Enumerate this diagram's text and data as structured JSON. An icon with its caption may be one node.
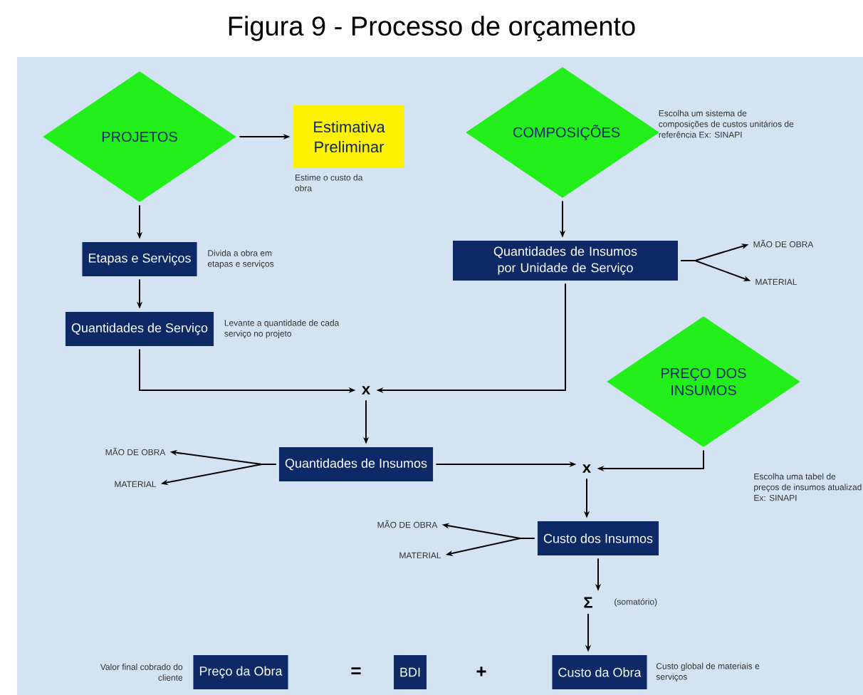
{
  "diagram": {
    "title": "Figura 9 - Processo de orçamento",
    "nodes": [
      {
        "text": [
          "PROJETOS"
        ]
      },
      {
        "text": [
          "Estimativa Preliminar"
        ],
        "beside": [
          "Estime o custo da obra"
        ]
      },
      {
        "text": [
          "COMPOSIÇÕES"
        ],
        "beside": [
          "Escolha um sistema de composições de custos unitários de referência Ex: SINAPI"
        ]
      },
      {
        "text": [
          "Etapas e Serviços"
        ],
        "beside": [
          "Divida a obra em etapas e serviços"
        ]
      },
      {
        "text": [
          "Quantidades de Insumos por Unidade de Serviço"
        ]
      },
      {
        "text": [
          "MÃO DE OBRA"
        ]
      },
      {
        "text": [
          "MATERIAL"
        ]
      },
      {
        "text": [
          "Quantidades de Serviço"
        ],
        "beside": [
          "Levante a quantidade de cada serviço no projeto"
        ]
      },
      {
        "text": [
          "x"
        ]
      },
      {
        "text": [
          "PREÇO DOS INSUMOS"
        ],
        "beside": [
          "Escolha uma tabel de preços de insumos atualizad Ex: SINAPI"
        ]
      },
      {
        "text": [
          "MÃO DE OBRA"
        ]
      },
      {
        "text": [
          "MATERIAL"
        ]
      },
      {
        "text": [
          "Quantidades de Insumos"
        ]
      },
      {
        "text": [
          "x"
        ]
      },
      {
        "text": [
          "MÃO DE OBRA"
        ]
      },
      {
        "text": [
          "MATERIAL"
        ]
      },
      {
        "text": [
          "Custo dos Insumos"
        ]
      },
      {
        "text": [
          "Σ"
        ],
        "beside": [
          "(somatório)"
        ]
      },
      {
        "text": [
          "Preço da Obra"
        ],
        "beside": [
          "Valor final cobrado do cliente"
        ]
      },
      {
        "text": [
          "BDI"
        ]
      },
      {
        "text": [
          "Custo da Obra"
        ],
        "beside": [
          "Custo global de materiais e serviços"
        ]
      }
    ],
    "edges": [
      {
        "from": 0,
        "to": 1,
        "arrow": "to"
      },
      {
        "from": 0,
        "to": 3,
        "arrow": "to"
      },
      {
        "from": 2,
        "to": 4,
        "arrow": "to"
      },
      {
        "from": 4,
        "to": 5,
        "arrow": "to"
      },
      {
        "from": 4,
        "to": 6,
        "arrow": "to"
      },
      {
        "from": 3,
        "to": 7,
        "arrow": "to"
      },
      {
        "from": 7,
        "to": 8,
        "arrow": "to"
      },
      {
        "from": 4,
        "to": 8,
        "arrow": "to"
      },
      {
        "from": 8,
        "to": 12,
        "arrow": "to"
      },
      {
        "from": 12,
        "to": 10,
        "arrow": "to"
      },
      {
        "from": 12,
        "to": 11,
        "arrow": "to"
      },
      {
        "from": 12,
        "to": 13,
        "arrow": "to"
      },
      {
        "from": 9,
        "to": 13,
        "arrow": "to"
      },
      {
        "from": 13,
        "to": 16,
        "arrow": "to"
      },
      {
        "from": 16,
        "to": 14,
        "arrow": "to"
      },
      {
        "from": 16,
        "to": 15,
        "arrow": "to"
      },
      {
        "from": 16,
        "to": 17,
        "arrow": "to"
      },
      {
        "from": 17,
        "to": 20,
        "arrow": "to"
      }
    ],
    "labels": [
      "=",
      "+"
    ]
  }
}
